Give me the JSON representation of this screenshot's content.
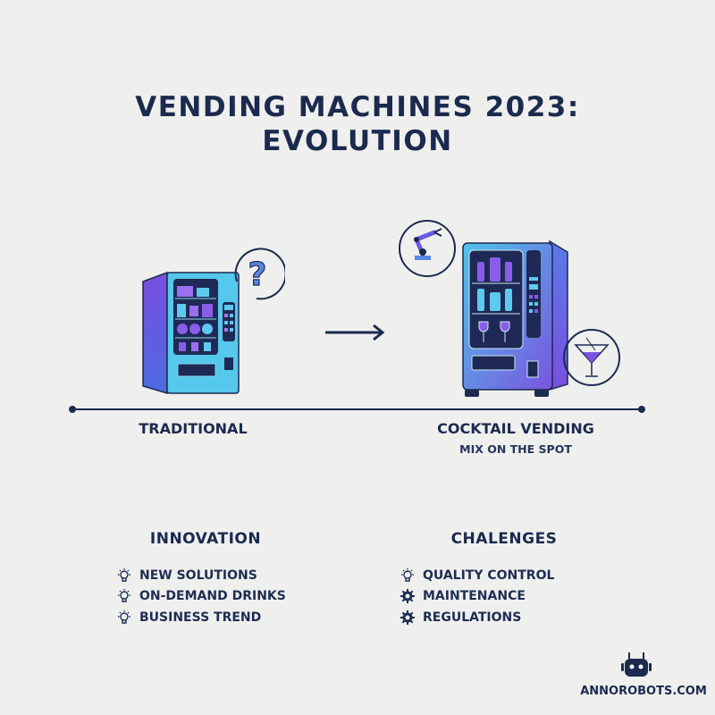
{
  "title": {
    "line1": "VENDING MACHINES 2023:",
    "line2": "EVOLUTION"
  },
  "timeline": {
    "left": {
      "label": "TRADITIONAL",
      "badge_icon": "question-mark-icon"
    },
    "right": {
      "label": "COCKTAIL VENDING",
      "sublabel": "MIX ON THE SPOT",
      "badge_icons": [
        "robot-arm-icon",
        "martini-glass-icon"
      ]
    },
    "arrow_icon": "arrow-right-icon"
  },
  "innovation": {
    "heading": "INNOVATION",
    "items": [
      {
        "label": "NEW SOLUTIONS",
        "icon": "lightbulb-icon"
      },
      {
        "label": "ON-DEMAND DRINKS",
        "icon": "lightbulb-icon"
      },
      {
        "label": "BUSINESS TREND",
        "icon": "lightbulb-icon"
      }
    ]
  },
  "challenges": {
    "heading": "CHALENGES",
    "items": [
      {
        "label": "QUALITY CONTROL",
        "icon": "lightbulb-icon"
      },
      {
        "label": "MAINTENANCE",
        "icon": "gear-icon"
      },
      {
        "label": "REGULATIONS",
        "icon": "gear-icon"
      }
    ]
  },
  "brand": {
    "name": "ANNOROBOTS.COM",
    "logo_icon": "robot-head-icon"
  },
  "colors": {
    "navy": "#1b2a4e",
    "cyan": "#4fc3e8",
    "purple": "#7b52e0",
    "background": "#efefee"
  }
}
